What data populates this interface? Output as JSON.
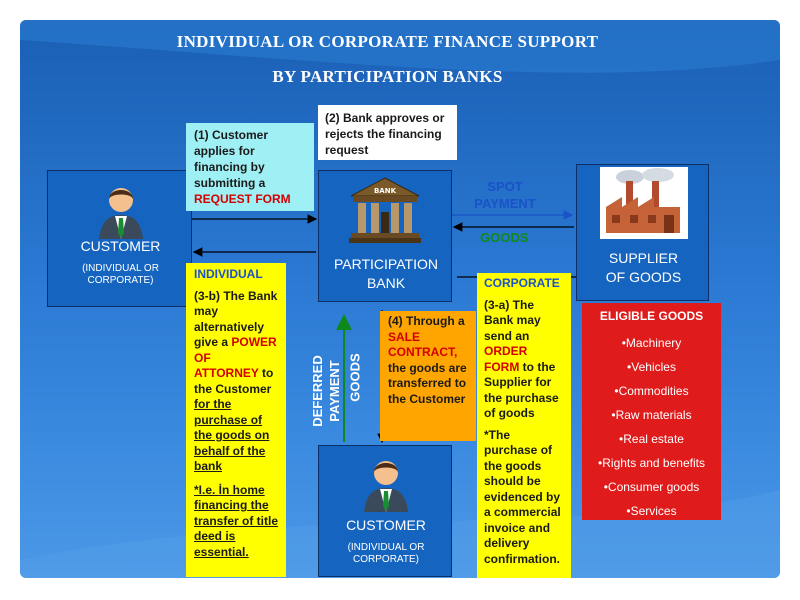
{
  "title": {
    "line1": "INDIVIDUAL  OR CORPORATE FINANCE  SUPPORT",
    "line2": "BY PARTICIPATION  BANKS"
  },
  "customer_top": {
    "label": "CUSTOMER",
    "sub": "(INDIVIDUAL  OR CORPORATE)"
  },
  "bank": {
    "label_line1": "PARTICIPATION",
    "label_line2": "BANK",
    "icon_text": "BANK"
  },
  "supplier": {
    "label_line1": "SUPPLIER",
    "label_line2": "OF GOODS"
  },
  "customer_bottom": {
    "label": "CUSTOMER",
    "sub": "(INDIVIDUAL  OR CORPORATE)"
  },
  "step1": {
    "text": "(1) Customer applies for financing by submitting  a ",
    "highlight": "REQUEST  FORM"
  },
  "step2": {
    "text": "(2) Bank approves or rejects the financing request"
  },
  "arrows": {
    "spot_payment": "SPOT PAYMENT",
    "goods_top": "GOODS",
    "deferred_payment": "DEFERRED PAYMENT",
    "goods_vertical": "GOODS"
  },
  "individual": {
    "heading": "INDIVIDUAL",
    "p1_a": "(3-b)  The Bank may alternatively give a ",
    "p1_highlight": "POWER OF ATTORNEY",
    "p1_b": " to the Customer ",
    "p1_underline": "for the purchase of the goods on behalf of the bank",
    "note": "*I.e. İn home financing the transfer  of title deed is essential."
  },
  "step4": {
    "a": "(4) Through a ",
    "highlight": "SALE CONTRACT,",
    "b": " the goods are transferred to the Customer"
  },
  "corporate": {
    "heading": "CORPORATE",
    "p1_a": "(3-a) The Bank may send  an ",
    "p1_highlight": "ORDER FORM",
    "p1_b": " to the Supplier for the purchase of goods",
    "note": "*The purchase of the goods should  be evidenced by a commercial invoice and delivery confirmation."
  },
  "eligible": {
    "heading": "ELIGIBLE  GOODS",
    "items": [
      "•Machinery",
      "•Vehicles",
      "•Commodities",
      "•Raw materials",
      "•Real estate",
      "•Rights and benefits",
      "•Consumer goods",
      "•Services"
    ]
  },
  "colors": {
    "background": "#2a78d2",
    "entity_box": "#1565c0",
    "note_yellow": "#ffff00",
    "note_cyan": "#9ff0f4",
    "note_orange": "#ffa500",
    "eligible_red": "#e01b1b",
    "accent_red": "#d40000",
    "arrow_blue": "#1a52c8",
    "arrow_green": "#0e8a1c"
  }
}
